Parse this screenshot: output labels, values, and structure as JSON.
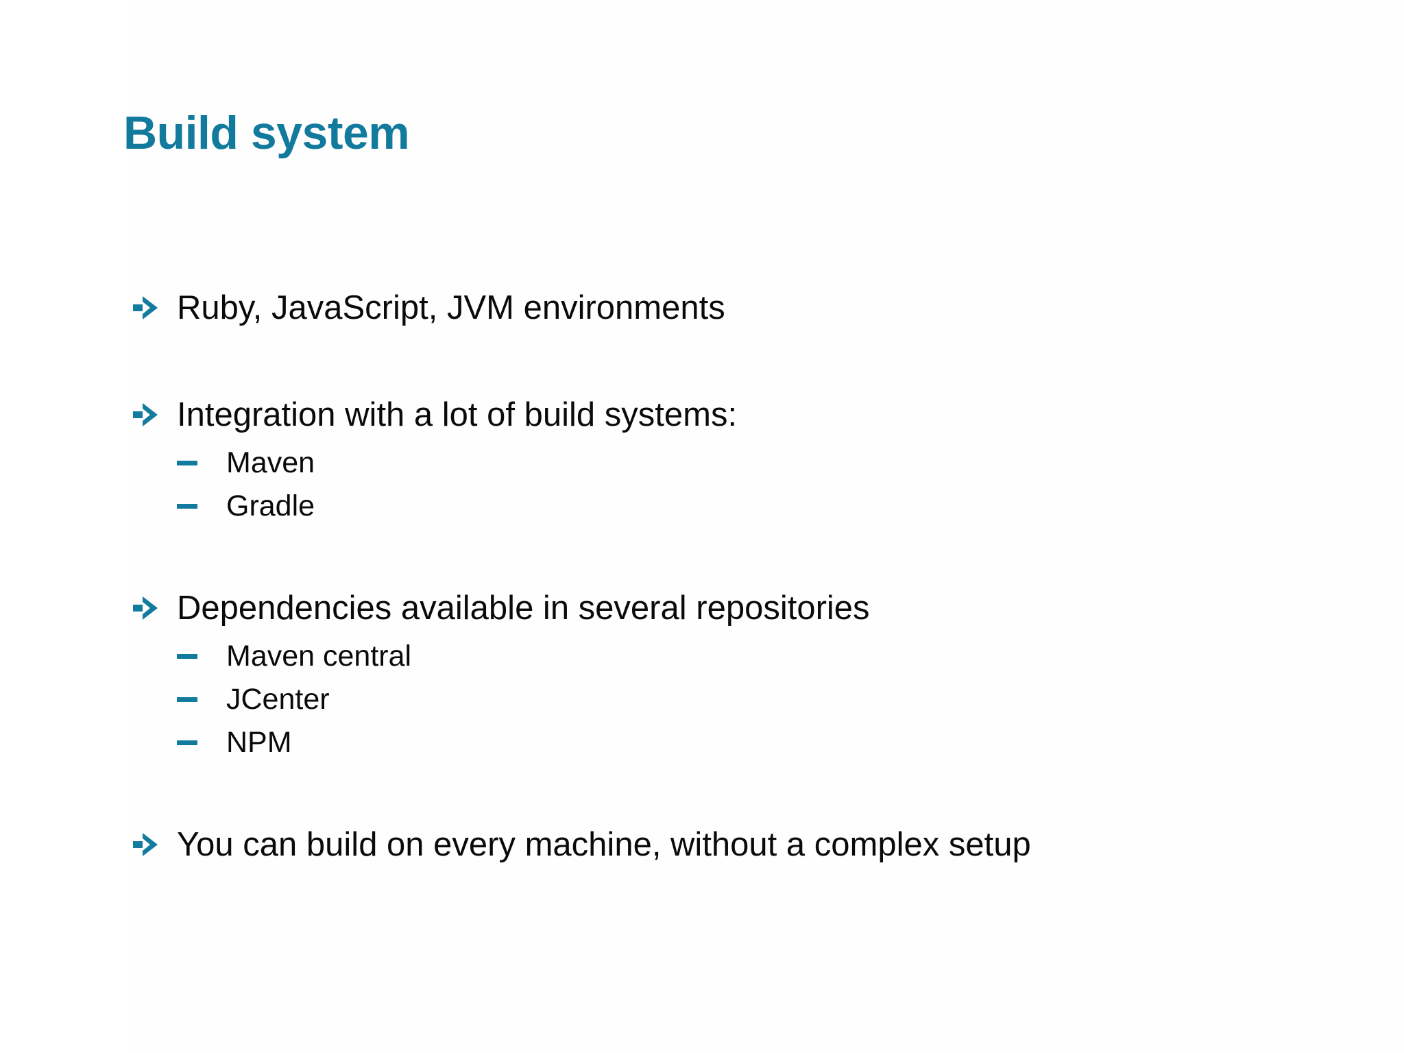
{
  "slide": {
    "title": "Build system",
    "accent_color": "#127A9C",
    "text_color": "#0a0a0a",
    "background_color": "#ffffff"
  },
  "icons": {
    "arrow_bullet": "arrow-bullet-icon",
    "dash_bullet": "dash-bullet-icon"
  },
  "content": {
    "bullets": [
      {
        "level": 1,
        "text": "Ruby, JavaScript, JVM environments"
      },
      {
        "level": 1,
        "text": "Integration with a lot of build systems:"
      },
      {
        "level": 2,
        "text": "Maven"
      },
      {
        "level": 2,
        "text": "Gradle"
      },
      {
        "level": 1,
        "text": "Dependencies available in several repositories"
      },
      {
        "level": 2,
        "text": "Maven central"
      },
      {
        "level": 2,
        "text": "JCenter"
      },
      {
        "level": 2,
        "text": "NPM"
      },
      {
        "level": 1,
        "text": "You can build on every machine, without a complex setup"
      }
    ]
  }
}
